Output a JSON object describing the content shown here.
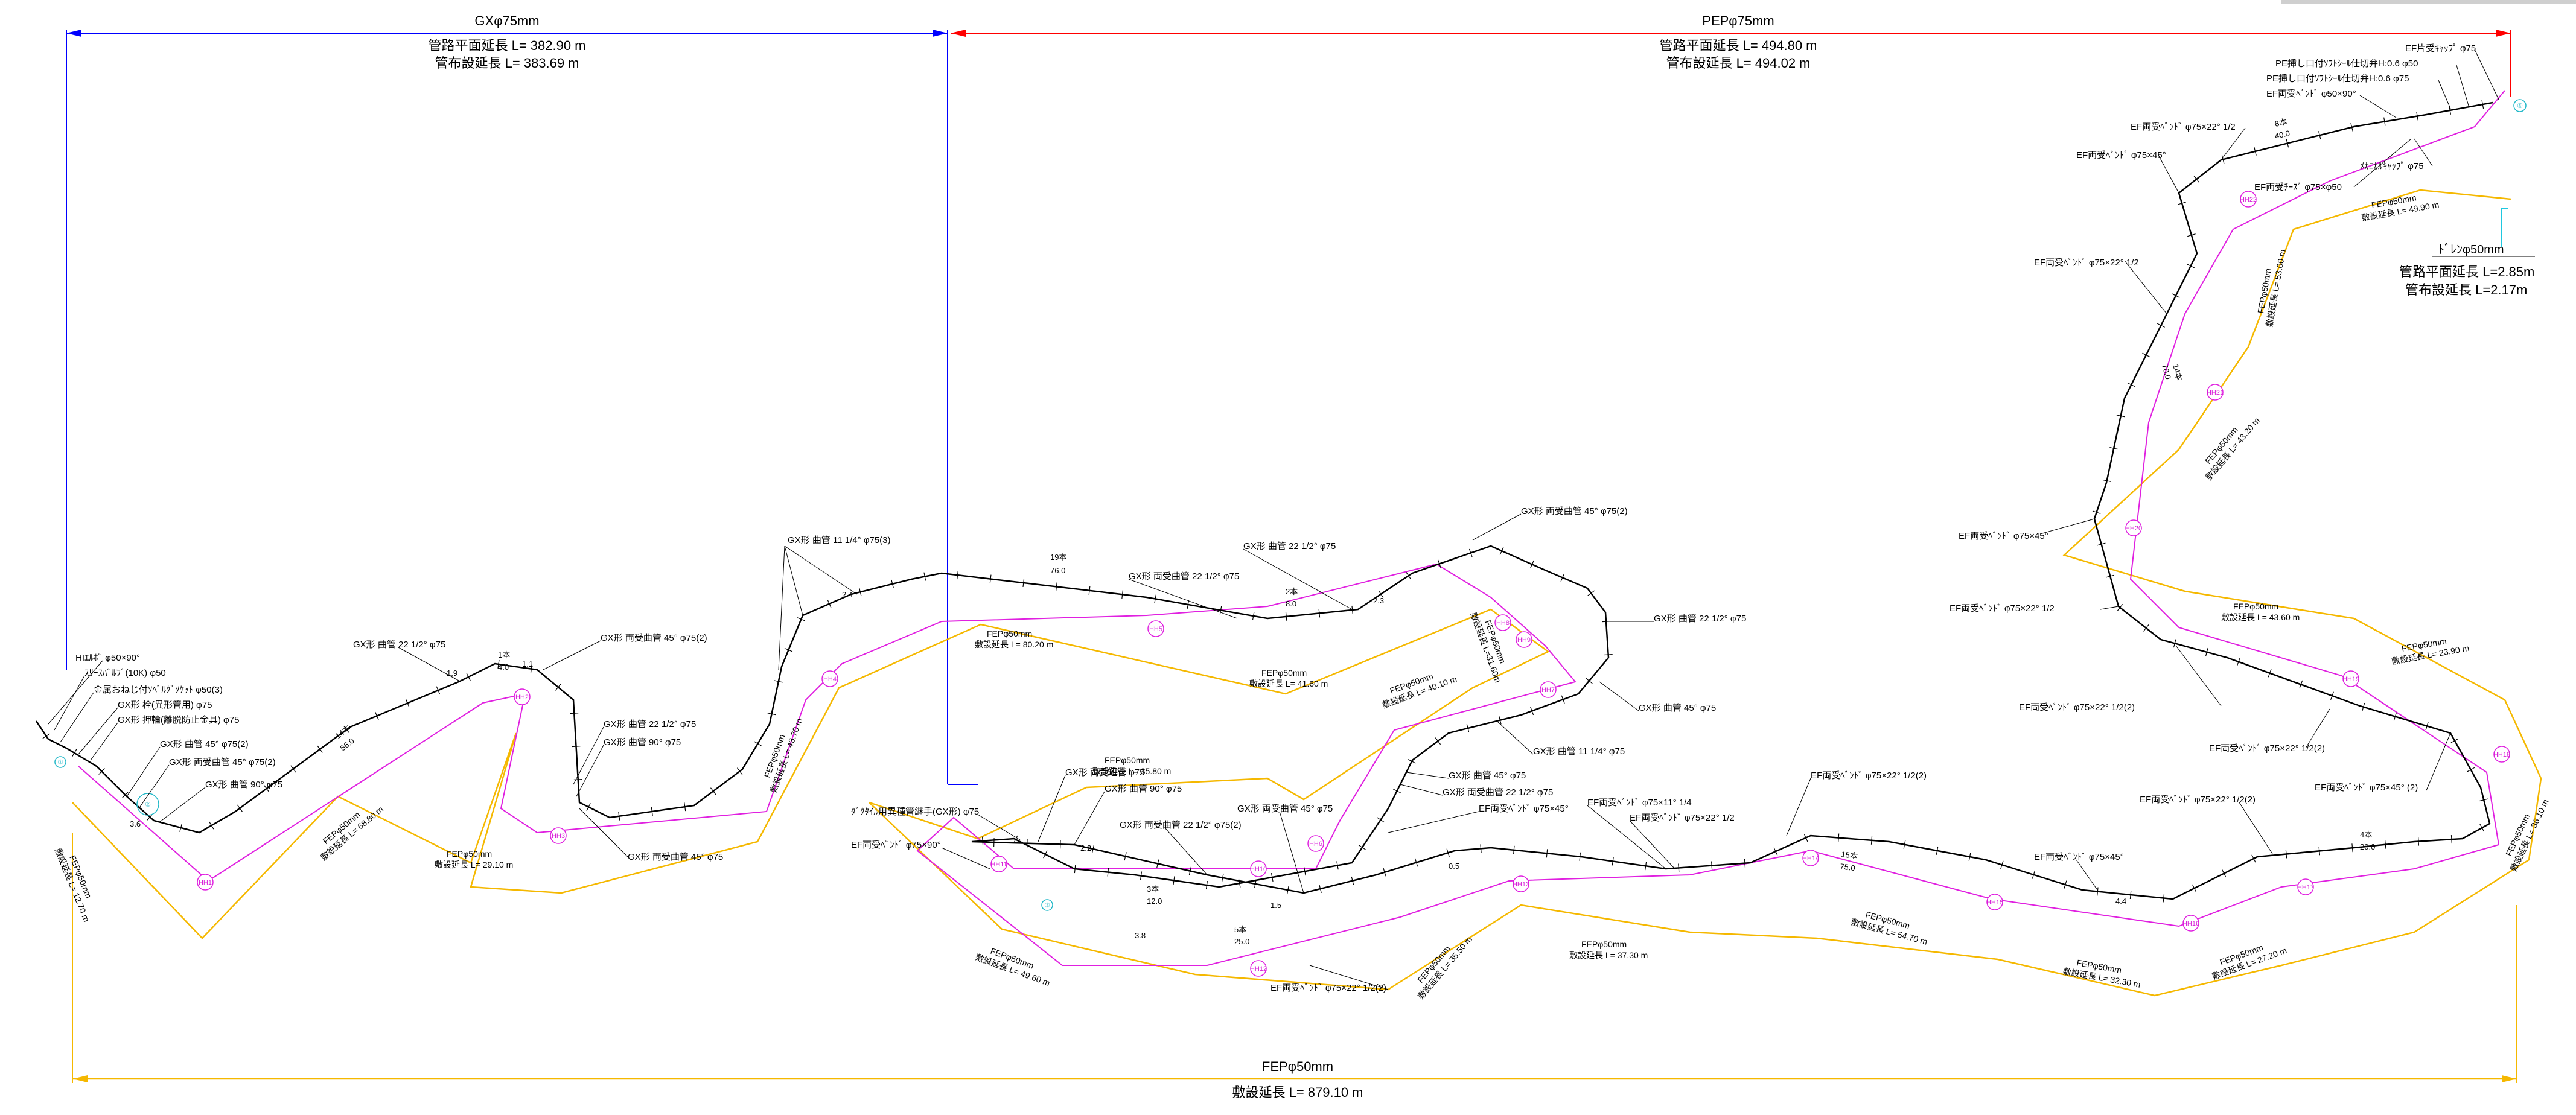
{
  "dimensions": {
    "gx": {
      "title": "GXφ75mm",
      "plan_length": "管路平面延長 L= 382.90 m",
      "pipe_length": "管布設延長 L= 383.69 m"
    },
    "pep": {
      "title": "PEPφ75mm",
      "plan_length": "管路平面延長 L= 494.80 m",
      "pipe_length": "管布設延長 L= 494.02 m"
    },
    "fep_total": {
      "title": "FEPφ50mm",
      "length": "敷設延長 L= 879.10 m"
    },
    "drain": {
      "title": "ﾄﾞﾚﾝφ50mm",
      "plan_length": "管路平面延長 L=2.85m",
      "pipe_length": "管布設延長 L=2.17m"
    }
  },
  "fittings": {
    "hi_elbow": "HIｴﾙﾎﾞ φ50×90°",
    "sleeve_valve": "ｽﾘｰｽﾊﾞﾙﾌﾞ(10K) φ50",
    "metal_adapter": "金属おねじ付ｿﾍﾞﾙｸﾞｿｹｯﾄ φ50(3)",
    "gx_blind": "GX形 栓(異形管用) φ75",
    "gx_retainer": "GX形 押輪(離脱防止金具) φ75",
    "gx_bend_45_2": "GX形 曲管 45° φ75(2)",
    "gx_receiver_45_2": "GX形 両受曲管 45° φ75(2)",
    "gx_bend_90_a": "GX形 曲管 90° φ75",
    "gx_bend_22_a": "GX形 曲管 22 1/2° φ75",
    "gx_receiver_45_2b": "GX形 両受曲管 45° φ75(2)",
    "gx_bend_22_b": "GX形 曲管 22 1/2° φ75",
    "gx_bend_90_b": "GX形 曲管 90° φ75",
    "gx_receiver_45_c": "GX形 両受曲管 45° φ75",
    "gx_bend_11_3": "GX形 曲管 11 1/4° φ75(3)",
    "gx_receiver_22": "GX形 両受曲管 22 1/2° φ75",
    "gx_bend_22_c": "GX形 曲管 22 1/2° φ75",
    "gx_receiver_45_top": "GX形 両受曲管 45° φ75(2)",
    "gx_bend_22_d": "GX形 曲管 22 1/2° φ75",
    "gx_bend_45_e": "GX形 曲管 45° φ75",
    "gx_bend_11_e": "GX形 曲管 11 1/4° φ75",
    "gx_bend_45_f": "GX形 曲管 45° φ75",
    "gx_receiver_22_f": "GX形 両受曲管 22 1/2° φ75",
    "ef_bend_45_f": "EF両受ﾍﾞﾝﾄﾞ φ75×45°",
    "ef_bend_11": "EF両受ﾍﾞﾝﾄﾞ φ75×11° 1/4",
    "ef_bend_22_f": "EF両受ﾍﾞﾝﾄﾞ φ75×22° 1/2",
    "ef_bend_22_g": "EF両受ﾍﾞﾝﾄﾞ φ75×22° 1/2(2)",
    "gx_short": "GX形 両受短管 φ75",
    "gx_bend_90_g": "GX形 曲管 90° φ75",
    "gx_receiver_22_g": "GX形 両受曲管 22 1/2° φ75(2)",
    "gx_receiver_45_g": "GX形 両受曲管 45° φ75",
    "ductile_joint": "ﾀﾞｸﾀｲﾙ用異種管継手(GX形) φ75",
    "ef_bend_90": "EF両受ﾍﾞﾝﾄﾞ φ75×90°",
    "ef_bend_22_bottom": "EF両受ﾍﾞﾝﾄﾞ φ75×22° 1/2(2)",
    "ef_bend_45_h": "EF両受ﾍﾞﾝﾄﾞ φ75×45°",
    "ef_bend_22_h": "EF両受ﾍﾞﾝﾄﾞ φ75×22° 1/2(2)",
    "ef_bend_45_2": "EF両受ﾍﾞﾝﾄﾞ φ75×45° (2)",
    "ef_bend_22_i": "EF両受ﾍﾞﾝﾄﾞ φ75×22° 1/2(2)",
    "ef_bend_22_j": "EF両受ﾍﾞﾝﾄﾞ φ75×22° 1/2(2)",
    "ef_bend_22_k": "EF両受ﾍﾞﾝﾄﾞ φ75×22° 1/2",
    "ef_bend_45_k": "EF両受ﾍﾞﾝﾄﾞ φ75×45°",
    "ef_bend_22_l": "EF両受ﾍﾞﾝﾄﾞ φ75×22° 1/2",
    "ef_bend_22_m": "EF両受ﾍﾞﾝﾄﾞ φ75×22° 1/2",
    "ef_bend_45_m": "EF両受ﾍﾞﾝﾄﾞ φ75×45°",
    "ef_bend_22_n": "EF両受ﾍﾞﾝﾄﾞ φ75×22° 1/2",
    "ef_cap": "EF片受ｷｬｯﾌﾟ φ75",
    "pe_insert_50": "PE挿し口付ｿﾌﾄｼｰﾙ仕切弁H:0.6 φ50",
    "pe_insert_75": "PE挿し口付ｿﾌﾄｼｰﾙ仕切弁H:0.6 φ75",
    "ef_bend_50_90": "EF両受ﾍﾞﾝﾄﾞ φ50×90°",
    "ef_tee": "EF両受ﾁｰｽﾞ φ75×φ50",
    "meter_cap": "ﾒｶﾆｶﾙｷｬｯﾌﾟ φ75"
  },
  "fep_segments": [
    {
      "name": "FEPφ50mm",
      "len": "敷設延長 L= 12.70 m"
    },
    {
      "name": "FEPφ50mm",
      "len": "敷設延長 L= 68.80 m"
    },
    {
      "name": "FEPφ50mm",
      "len": "敷設延長 L= 29.10 m"
    },
    {
      "name": "FEPφ50mm",
      "len": "敷設延長 L= 43.70 m"
    },
    {
      "name": "FEPφ50mm",
      "len": "敷設延長 L= 80.20 m"
    },
    {
      "name": "FEPφ50mm",
      "len": "敷設延長 L= 41.60 m"
    },
    {
      "name": "FEPφ50mm",
      "len": "敷設延長 L=31.60m"
    },
    {
      "name": "FEPφ50mm",
      "len": "敷設延長 L= 40.10 m"
    },
    {
      "name": "FEPφ50mm",
      "len": "敷設延長 L= 35.80 m"
    },
    {
      "name": "FEPφ50mm",
      "len": "敷設延長 L= 49.60 m"
    },
    {
      "name": "FEPφ50mm",
      "len": "敷設延長 L= 35.50 m"
    },
    {
      "name": "FEPφ50mm",
      "len": "敷設延長 L= 37.30 m"
    },
    {
      "name": "FEPφ50mm",
      "len": "敷設延長 L= 54.70 m"
    },
    {
      "name": "FEPφ50mm",
      "len": "敷設延長 L= 32.30 m"
    },
    {
      "name": "FEPφ50mm",
      "len": "敷設延長 L= 27.20 m"
    },
    {
      "name": "FEPφ50mm",
      "len": "敷設延長 L= 36.10 m"
    },
    {
      "name": "FEPφ50mm",
      "len": "敷設延長 L= 23.90 m"
    },
    {
      "name": "FEPφ50mm",
      "len": "敷設延長 L= 43.60 m"
    },
    {
      "name": "FEPφ50mm",
      "len": "敷設延長 L= 43.20 m"
    },
    {
      "name": "FEPφ50mm",
      "len": "敷設延長 L= 53.00 m"
    },
    {
      "name": "FEPφ50mm",
      "len": "敷設延長 L= 49.90 m"
    }
  ],
  "pipe_counts": [
    "1本",
    "4.0",
    "14本",
    "56.0",
    "19本",
    "76.0",
    "2本",
    "8.0",
    "3本",
    "12.0",
    "5本",
    "25.0",
    "15本",
    "75.0",
    "4本",
    "20.0",
    "14本",
    "70.0",
    "8本",
    "40.0",
    "2.4",
    "2.3",
    "1.9",
    "1.1",
    "3.6",
    "3.8",
    "2.2",
    "1.5",
    "4.4",
    "0.5"
  ],
  "handholes": [
    "HH1",
    "HH2",
    "HH3",
    "HH4",
    "HH5",
    "HH6",
    "HH7",
    "HH8",
    "HH9",
    "HH10",
    "HH11",
    "HH12",
    "HH13",
    "HH14",
    "HH15",
    "HH16",
    "HH17",
    "HH18",
    "HH19",
    "HH20",
    "HH21",
    "HH22"
  ],
  "valve_tags": [
    "①",
    "②",
    "③",
    "④"
  ],
  "colors": {
    "gx_line": "#0000ff",
    "pep_line": "#ff0000",
    "fep_line": "#f5b800",
    "route": "#e020e0",
    "pipe": "#000000",
    "marker": "#20b8c8"
  }
}
